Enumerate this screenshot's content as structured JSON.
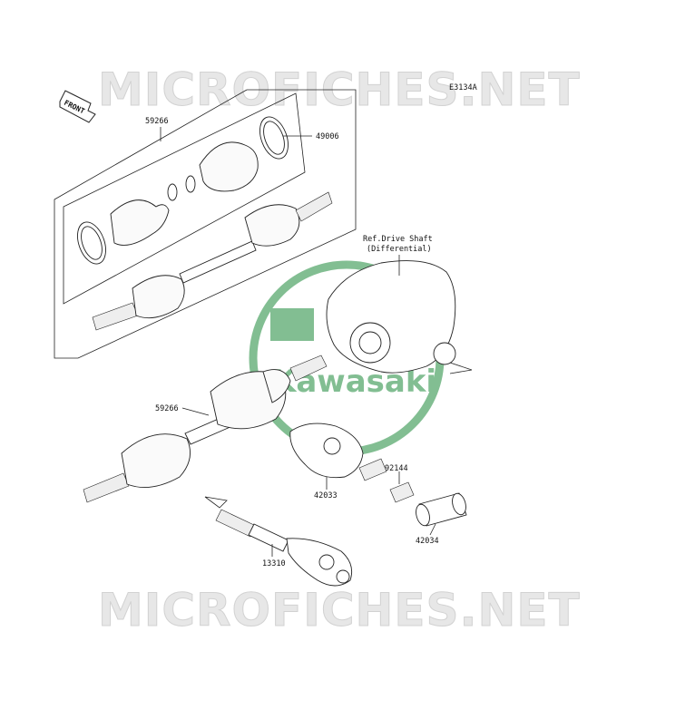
{
  "diagram_code": "E3134A",
  "watermark_text": "MICROFICHES.NET",
  "logo": {
    "brand_text": "Kawasaki",
    "color": "#1d8a3a"
  },
  "front_label": "FRONT",
  "reference": {
    "line1": "Ref.Drive Shaft",
    "line2": "(Differential)"
  },
  "parts": {
    "kit_top": "59266",
    "boot_kit": "49006",
    "shaft_assy": "59266",
    "joint": "42033",
    "spring": "92144",
    "sleeve": "42034",
    "propeller_shaft": "13310"
  }
}
